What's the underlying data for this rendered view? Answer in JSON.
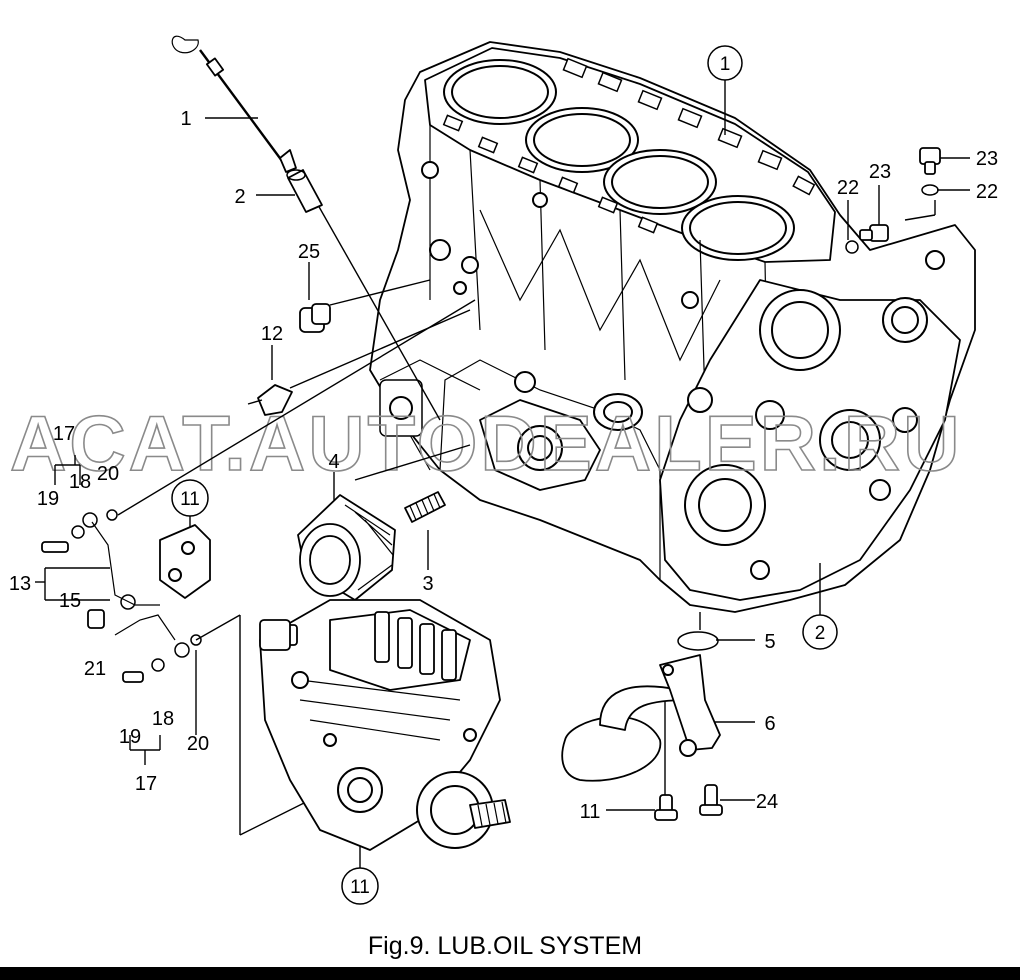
{
  "figure": {
    "caption": "Fig.9.  LUB.OIL SYSTEM",
    "watermark": "ACAT.AUTODEALER.RU"
  },
  "part_labels": {
    "p1": "1",
    "p2": "2",
    "p3": "3",
    "p4": "4",
    "p5": "5",
    "p6": "6",
    "p11": "11",
    "p12": "12",
    "p13": "13",
    "p15": "15",
    "p17_top": "17",
    "p17_bottom": "17",
    "p18_top": "18",
    "p18_bottom": "18",
    "p19_top": "19",
    "p19_bottom": "19",
    "p20_top": "20",
    "p20_bottom": "20",
    "p21": "21",
    "p22_left": "22",
    "p22_right": "22",
    "p23_left": "23",
    "p23_right": "23",
    "p24": "24",
    "p25": "25"
  },
  "callouts": {
    "c1": "1",
    "c2": "2",
    "c11_top": "11",
    "c11_bottom": "11"
  }
}
